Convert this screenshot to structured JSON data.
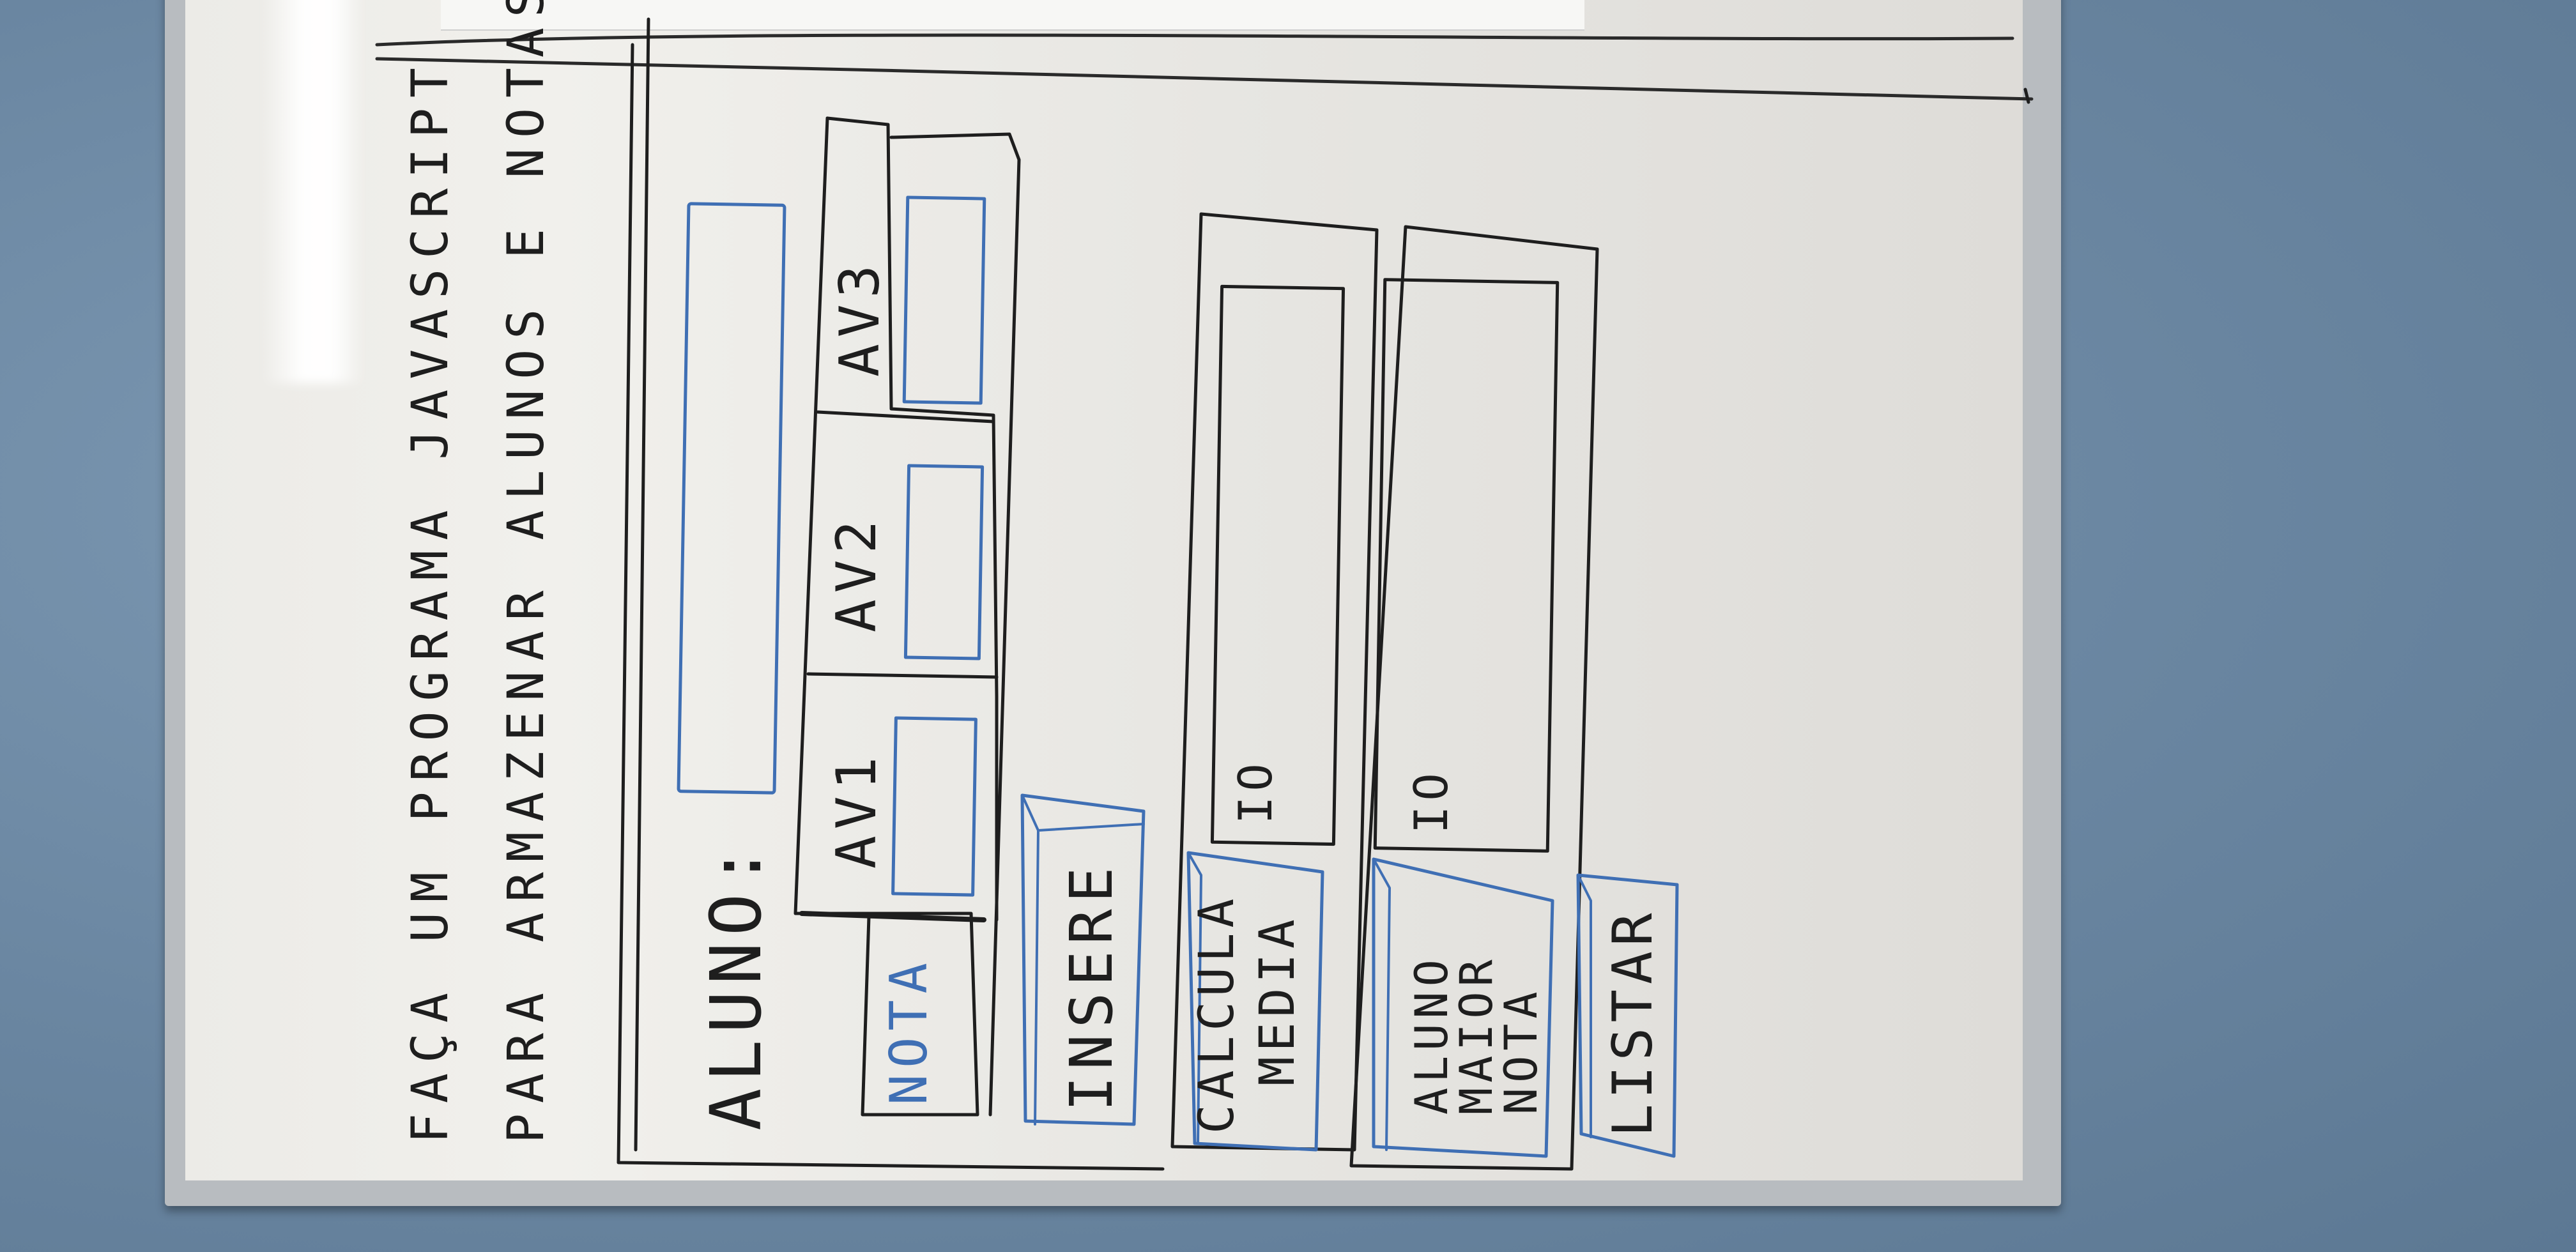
{
  "title_line_1": "FAÇA UM PROGRAMA JAVASCRIPT",
  "title_line_2": "PARA ARMAZENAR ALUNOS E NOTAS",
  "form": {
    "aluno_label": "ALUNO:",
    "nota_label": "NOTA",
    "av_labels": [
      "AV1",
      "AV2",
      "AV3"
    ],
    "insere_button": "INSERE",
    "calcula_media_button": [
      "CALCULA",
      "MEDIA"
    ],
    "aluno_maior_nota_button": [
      "ALUNO",
      "MAIOR",
      "NOTA"
    ],
    "listar_button": "LISTAR",
    "output_1_label": "IO",
    "output_2_label": "IO"
  },
  "colors": {
    "marker_black": "#1e1e1e",
    "marker_blue": "#3f6fb4",
    "wall": "#6d8aa6",
    "board": "#ecebe7"
  }
}
